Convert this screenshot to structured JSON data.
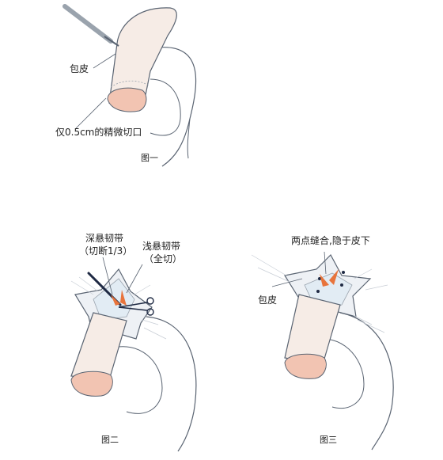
{
  "figure1": {
    "label_foreskin": "包皮",
    "label_incision": "仅0.5cm的精微切口",
    "caption": "图一"
  },
  "figure2": {
    "label_deep_ligament": "深悬韧带",
    "label_deep_detail": "（切断1/3）",
    "label_shallow_ligament": "浅悬韧带",
    "label_shallow_detail": "（全切）",
    "caption": "图二"
  },
  "figure3": {
    "label_suture": "两点缝合,隐于皮下",
    "label_foreskin": "包皮",
    "caption": "图三"
  },
  "colors": {
    "skin": "#f6ece6",
    "skin_shadow": "#e9d6cc",
    "glans": "#f2c4b2",
    "outline": "#5a6472",
    "arrow": "#e8743c",
    "instrument": "#1f2a44",
    "wound": "#e2ecf4"
  }
}
